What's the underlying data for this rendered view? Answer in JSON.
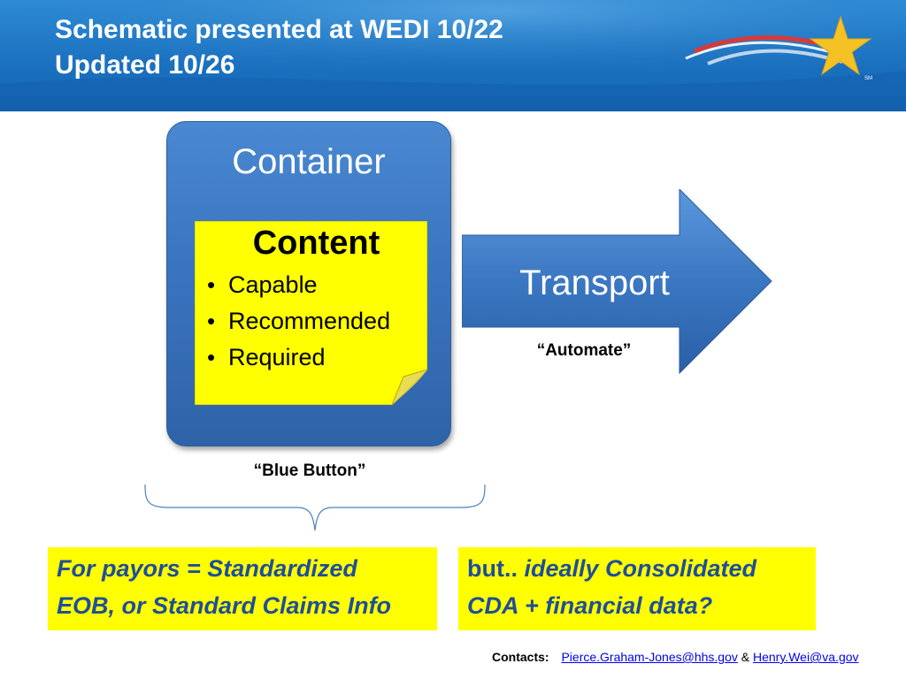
{
  "header": {
    "title_line1": "Schematic presented at WEDI 10/22",
    "title_line2": "Updated 10/26",
    "logo_mark": "SM"
  },
  "diagram": {
    "container_label": "Container",
    "content_heading": "Content",
    "content_items": [
      "Capable",
      "Recommended",
      "Required"
    ],
    "transport_label": "Transport",
    "transport_caption": "“Automate”",
    "container_caption": "“Blue Button”"
  },
  "callouts": {
    "left_line1": "For payors = Standardized",
    "left_line2": "EOB, or Standard Claims Info",
    "right_prefix": "but.. ",
    "right_line1_italic": "ideally Consolidated",
    "right_line2_italic": "CDA + financial data?"
  },
  "footer": {
    "contacts_label": "Contacts:",
    "contact1": "Pierce.Graham-Jones@hhs.gov",
    "separator": "&",
    "contact2": "Henry.Wei@va.gov"
  },
  "colors": {
    "header_blue": "#1c72c0",
    "container_blue": "#3a74bf",
    "note_yellow": "#ffff00",
    "callout_yellow": "#ffff00",
    "callout_text": "#1f4e9a",
    "star_gold": "#f5c226"
  },
  "icons": {
    "logo": "star-swoosh-icon",
    "bullet": "bullet-icon"
  }
}
